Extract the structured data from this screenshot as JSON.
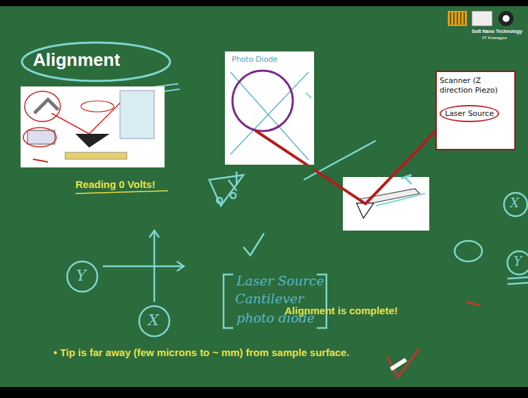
{
  "diagram": {
    "title": "Alignment",
    "nodes": [
      {
        "text": [
          "Photo Diode"
        ]
      },
      {
        "text": [
          "Scanner (Z direction Piezo)",
          "Laser Source"
        ]
      }
    ],
    "edges": [
      {
        "from": 1,
        "to": 0,
        "arrow": "none"
      }
    ],
    "labels": [
      "Soft Nano Technology",
      "IIT Kharagpur",
      "Reading 0 Volts!",
      "Y",
      "X",
      "Laser Source",
      "Cantilever",
      "photo diode",
      "Alignment is complete!",
      "• Tip is far away (few microns to ~ mm) from sample surface.",
      "X",
      "Y"
    ]
  }
}
